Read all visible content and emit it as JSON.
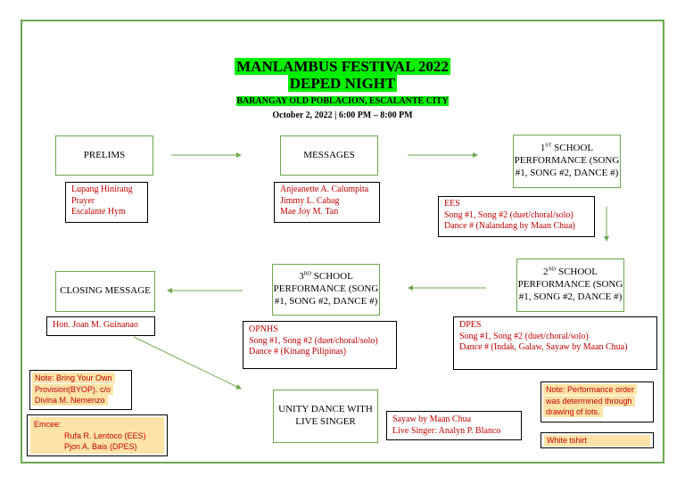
{
  "header": {
    "title": "MANLAMBUS FESTIVAL 2022",
    "subtitle": "DEPED NIGHT",
    "location": "BARANGAY OLD POBLACION, ESCALANTE CITY",
    "datetime": "October 2, 2022 | 6:00 PM – 8:00 PM"
  },
  "nodes": {
    "prelims": "PRELIMS",
    "messages": "MESSAGES",
    "school1": {
      "ordinal": "1",
      "sup": "ST",
      "rest": " SCHOOL PERFORMANCE (SONG #1, SONG #2, DANCE #)"
    },
    "school2": {
      "ordinal": "2",
      "sup": "ND",
      "rest": " SCHOOL PERFORMANCE (SONG #1, SONG #2, DANCE #)"
    },
    "school3": {
      "ordinal": "3",
      "sup": "RD",
      "rest": " SCHOOL PERFORMANCE (SONG #1, SONG #2, DANCE #)"
    },
    "closing": "CLOSING MESSAGE",
    "unity": "UNITY DANCE WITH LIVE SINGER"
  },
  "details": {
    "prelims": [
      "Lupang Hinirang",
      "Prayer",
      "Escalante Hym"
    ],
    "messages": [
      "Anjeanette A. Calumpita",
      "Jimmy L. Cabag",
      "Mae Joy M. Tan"
    ],
    "ees": [
      "EES",
      "Song #1, Song #2 (duet/choral/solo)",
      "Dance # (Nalandang by Maan Chua)"
    ],
    "dpes": [
      "DPES",
      "Song #1, Song #2 (duet/choral/solo)",
      "Dance # (Indak, Galaw, Sayaw by Maan Chua)"
    ],
    "opnhs": [
      "OPNHS",
      "Song #1, Song #2 (duet/choral/solo)",
      "Dance # (Kinang Pilipinas)"
    ],
    "closing": [
      "Hon. Joan M. Guinanao"
    ],
    "unity": [
      "Sayaw by Maan Chua",
      "Live Singer: Analyn P. Blanco"
    ]
  },
  "notes": {
    "byop": [
      "Note: Bring Your Own",
      "Provision(BYOP). c/o",
      "Divina M. Nemenzo"
    ],
    "emcee_label": "Emcee:",
    "emcees": [
      "Rufa R. Lentoco (EES)",
      "Pjon A. Bais (DPES)"
    ],
    "performance": [
      "Note: Performance order",
      "was determined through",
      "drawing of lots."
    ],
    "attire": "White tshirt"
  },
  "colors": {
    "border": "#6aa84f",
    "highlight": "#00f000",
    "detail_text": "#c00000",
    "note_fill": "#fde3a7"
  }
}
